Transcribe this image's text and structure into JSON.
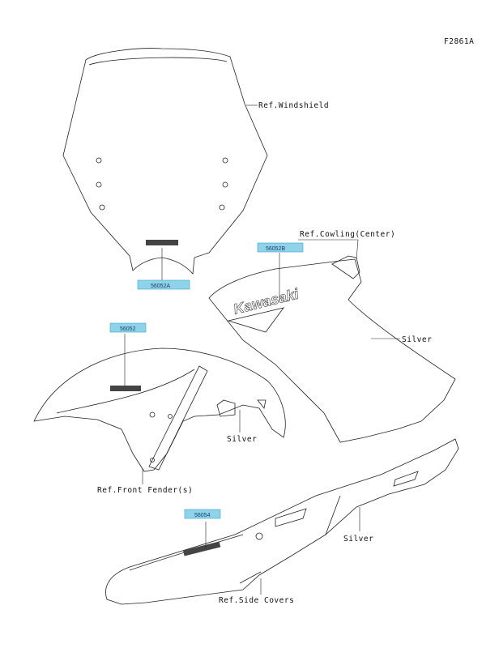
{
  "figure_code": "F2861A",
  "callouts": [
    {
      "id": "windshield",
      "text": "Ref.Windshield"
    },
    {
      "id": "cowling",
      "text": "Ref.Cowling(Center)"
    },
    {
      "id": "silver_cowl",
      "text": "Silver"
    },
    {
      "id": "silver_fender",
      "text": "Silver"
    },
    {
      "id": "front_fender",
      "text": "Ref.Front Fender(s)"
    },
    {
      "id": "silver_cover",
      "text": "Silver"
    },
    {
      "id": "side_covers",
      "text": "Ref.Side Covers"
    }
  ],
  "parts": [
    {
      "id": "p56052A",
      "number": "56052A"
    },
    {
      "id": "p56052B",
      "number": "56052B"
    },
    {
      "id": "p56052",
      "number": "56052"
    },
    {
      "id": "p56054",
      "number": "56054"
    }
  ],
  "decal_text": {
    "cowling_logo": "Kawasaki"
  }
}
